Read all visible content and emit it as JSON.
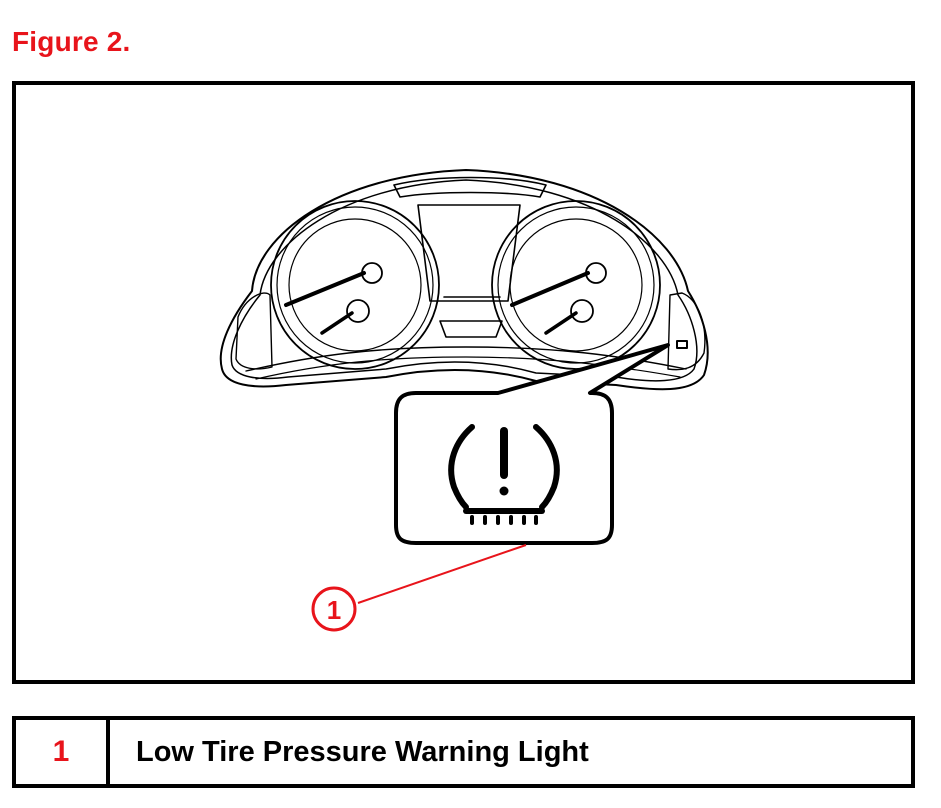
{
  "figure": {
    "title": "Figure 2."
  },
  "callout": {
    "number": "1"
  },
  "legend": {
    "rows": [
      {
        "number": "1",
        "label": "Low Tire Pressure Warning Light"
      }
    ]
  },
  "colors": {
    "accent": "#e8141b",
    "line": "#000000"
  },
  "icons": {
    "cluster": "instrument-cluster-icon",
    "warning": "tire-pressure-warning-icon"
  }
}
